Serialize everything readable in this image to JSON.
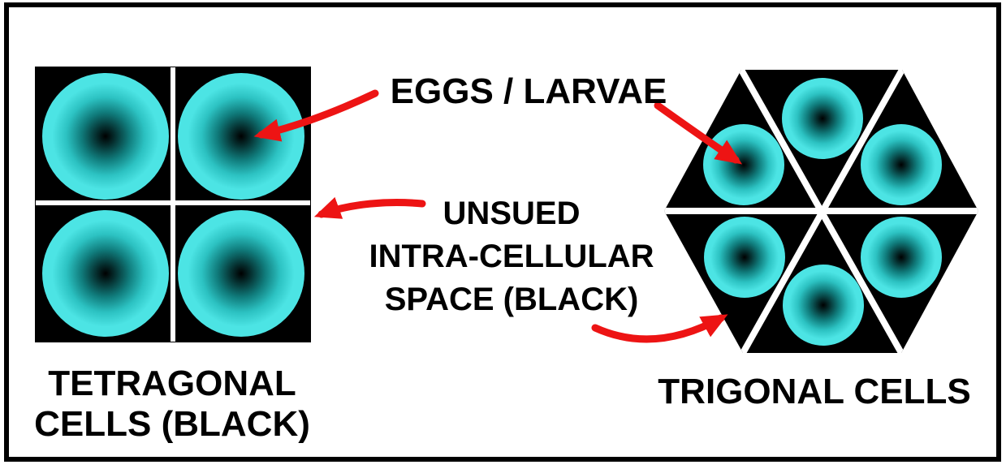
{
  "diagram": {
    "labels": {
      "eggs_larvae": "EGGS / LARVAE",
      "unused_space_line1": "UNSUED",
      "unused_space_line2": "INTRA-CELLULAR",
      "unused_space_line3": "SPACE (BLACK)",
      "tetragonal_line1": "TETRAGONAL",
      "tetragonal_line2": "CELLS (BLACK)",
      "trigonal": "TRIGONAL CELLS"
    },
    "cells": {
      "tetragonal_egg_count": 4,
      "trigonal_egg_count": 6
    },
    "colors": {
      "background": "#ffffff",
      "text": "#000000",
      "cell_fill": "#000000",
      "divider": "#ffffff",
      "arrow": "#ed1414",
      "egg_outer": "#4ce4e4",
      "egg_core": "#000000"
    }
  }
}
